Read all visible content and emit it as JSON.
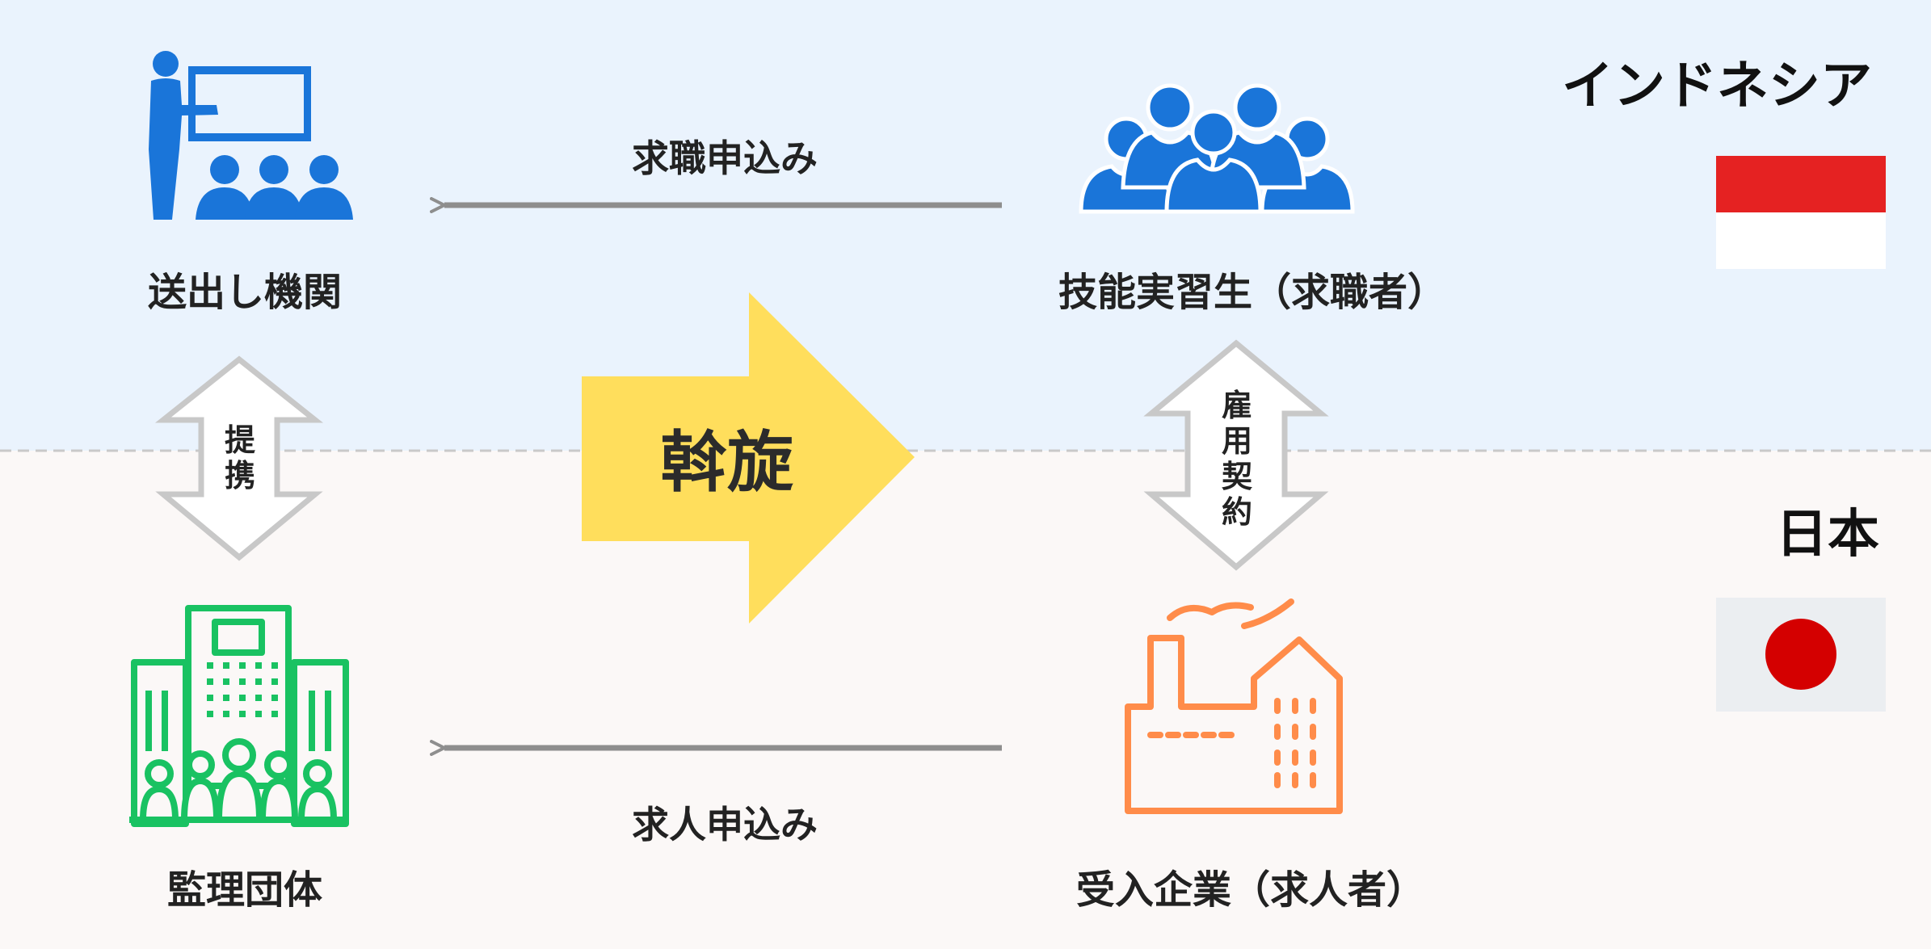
{
  "regions": {
    "top": {
      "label": "インドネシア",
      "background": "#eaf3fd"
    },
    "bottom": {
      "label": "日本",
      "background": "#fbf8f7"
    }
  },
  "nodes": {
    "sending_org": {
      "label": "送出し機関",
      "icon": "presentation-teacher-icon",
      "color": "#1a75d9"
    },
    "trainees": {
      "label": "技能実習生（求職者）",
      "icon": "people-group-icon",
      "color": "#1a75d9"
    },
    "supervising_org": {
      "label": "監理団体",
      "icon": "building-people-icon",
      "color": "#19c262"
    },
    "host_company": {
      "label": "受入企業（求人者）",
      "icon": "factory-icon",
      "color": "#ff8c4a"
    }
  },
  "flows": {
    "job_application": "求職申込み",
    "job_offer": "求人申込み",
    "partnership": "提携",
    "employment_contract": "雇用契約",
    "mediation": "斡旋"
  },
  "colors": {
    "arrow_gray": "#8e8e8e",
    "double_arrow_stroke": "#c8c8c8",
    "mediation_arrow": "#ffde5c",
    "flag_indonesia_red": "#e52222",
    "flag_japan_red": "#d40000",
    "flag_japan_bg": "#ebeef1"
  }
}
